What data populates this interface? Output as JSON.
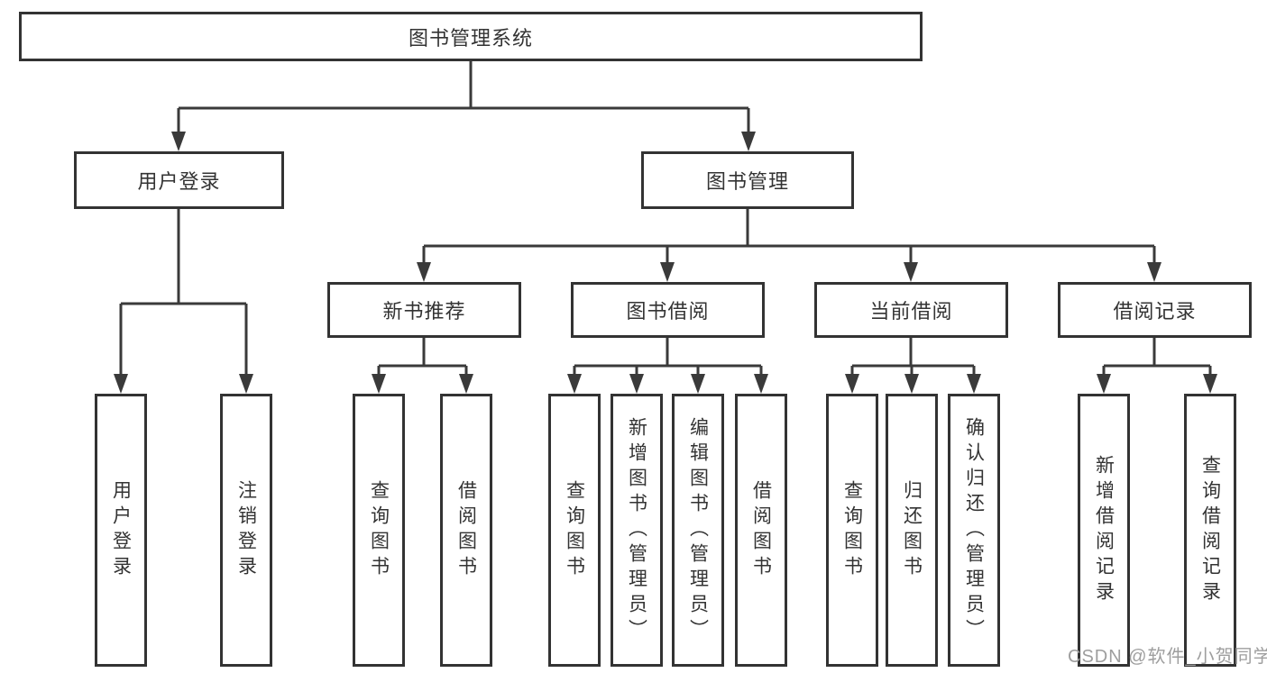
{
  "diagram": {
    "type": "hierarchy-tree",
    "root": {
      "label": "图书管理系统"
    },
    "branches": [
      {
        "label": "用户登录",
        "children": [
          {
            "label": "用户登录"
          },
          {
            "label": "注销登录"
          }
        ]
      },
      {
        "label": "图书管理",
        "children": [
          {
            "label": "新书推荐",
            "children": [
              {
                "label": "查询图书"
              },
              {
                "label": "借阅图书"
              }
            ]
          },
          {
            "label": "图书借阅",
            "children": [
              {
                "label": "查询图书"
              },
              {
                "label": "新增图书（管理员）"
              },
              {
                "label": "编辑图书（管理员）"
              },
              {
                "label": "借阅图书"
              }
            ]
          },
          {
            "label": "当前借阅",
            "children": [
              {
                "label": "查询图书"
              },
              {
                "label": "归还图书"
              },
              {
                "label": "确认归还（管理员）"
              }
            ]
          },
          {
            "label": "借阅记录",
            "children": [
              {
                "label": "新增借阅记录"
              },
              {
                "label": "查询借阅记录"
              }
            ]
          }
        ]
      }
    ],
    "colors": {
      "background": "#ffffff",
      "box_border": "#333333",
      "line": "#3a3a3a",
      "text": "#333333",
      "watermark": "#9e9e9e"
    }
  },
  "watermark": {
    "text": "CSDN @软件_小贺同学"
  }
}
